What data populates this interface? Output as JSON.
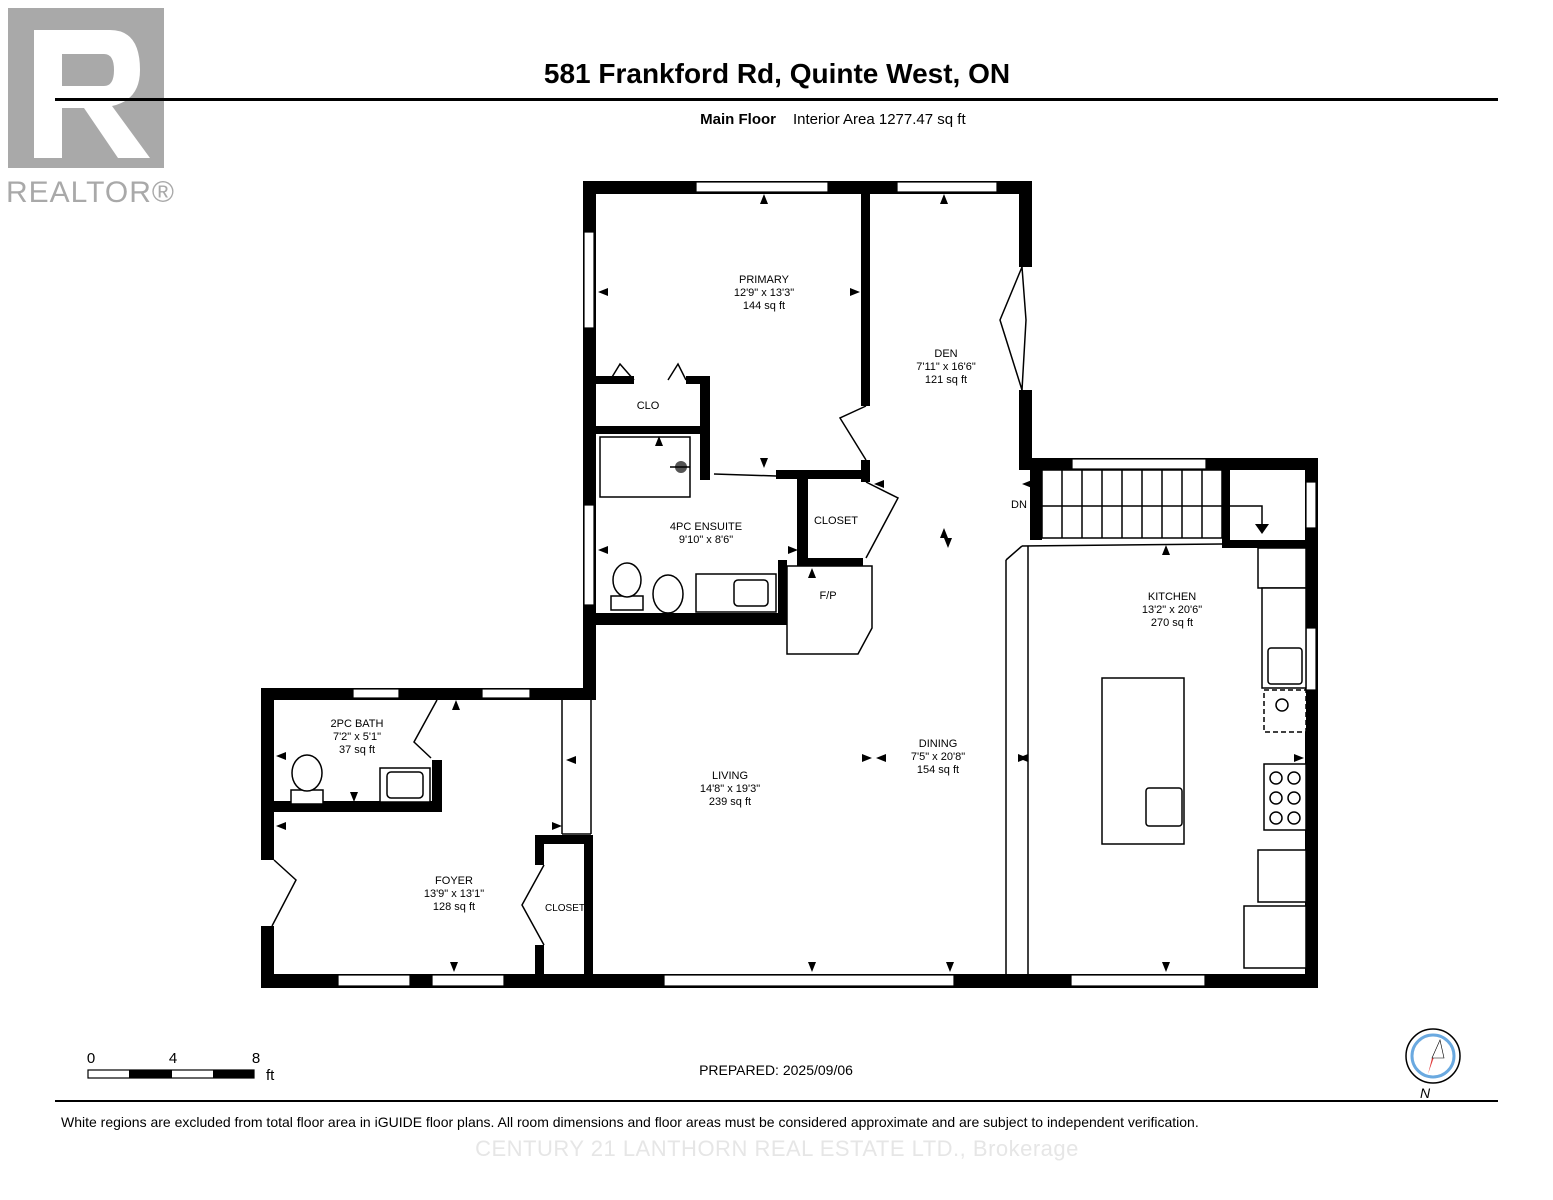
{
  "header": {
    "title": "581 Frankford Rd, Quinte West, ON",
    "floor_label": "Main Floor",
    "area_text": "Interior Area 1277.47 sq ft"
  },
  "logo": {
    "text": "REALTOR®"
  },
  "rooms": {
    "primary": {
      "name": "PRIMARY",
      "dims": "12'9\" x 13'3\"",
      "area": "144 sq ft"
    },
    "den": {
      "name": "DEN",
      "dims": "7'11\" x 16'6\"",
      "area": "121 sq ft"
    },
    "clo": {
      "name": "CLO"
    },
    "ensuite": {
      "name": "4PC ENSUITE",
      "dims": "9'10\" x 8'6\""
    },
    "closet_upper": {
      "name": "CLOSET"
    },
    "fp": {
      "name": "F/P"
    },
    "dn": {
      "name": "DN"
    },
    "kitchen": {
      "name": "KITCHEN",
      "dims": "13'2\" x 20'6\"",
      "area": "270 sq ft"
    },
    "bath2": {
      "name": "2PC BATH",
      "dims": "7'2\" x 5'1\"",
      "area": "37 sq ft"
    },
    "living": {
      "name": "LIVING",
      "dims": "14'8\" x 19'3\"",
      "area": "239 sq ft"
    },
    "dining": {
      "name": "DINING",
      "dims": "7'5\" x 20'8\"",
      "area": "154 sq ft"
    },
    "foyer": {
      "name": "FOYER",
      "dims": "13'9\" x 13'1\"",
      "area": "128 sq ft"
    },
    "closet_foyer": {
      "name": "CLOSET"
    }
  },
  "scale": {
    "labels": [
      "0",
      "4",
      "8"
    ],
    "unit": "ft"
  },
  "prepared": "PREPARED: 2025/09/06",
  "compass": {
    "label": "N"
  },
  "disclaimer": "White regions are excluded from total floor area in iGUIDE floor plans. All room dimensions and floor areas must be considered approximate and are subject to independent verification.",
  "brokerage": "CENTURY 21 LANTHORN REAL ESTATE LTD., Brokerage"
}
